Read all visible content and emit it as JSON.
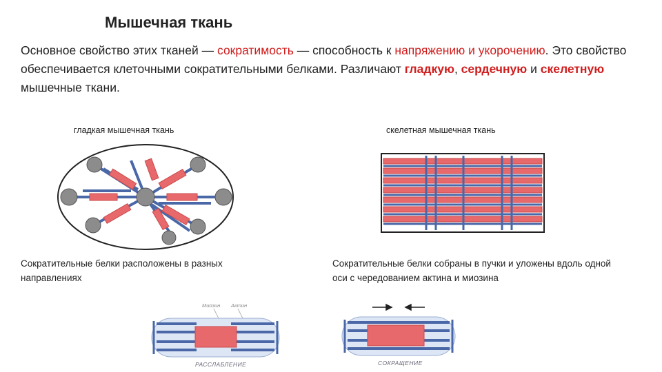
{
  "page": {
    "title": "Мышечная ткань",
    "intro": {
      "p1": "Основное свойство этих тканей — ",
      "contractility": "сократимость",
      "p2": " — способность к ",
      "tension": "напряжению и укорочению",
      "p3": ". Это свойство обеспечивается клеточными сократительными белками. Различают ",
      "smooth": "гладкую",
      "comma": ", ",
      "cardiac": "сердечную",
      "and": " и ",
      "skeletal": "скелетную",
      "p4": " мышечные ткани."
    },
    "smooth_caption": "гладкая мышечная ткань",
    "skeletal_caption": "скелетная мышечная ткань",
    "smooth_desc": "Сократительные белки расположены в разных направлениях",
    "skeletal_desc": "Сократительные белки собраны в пучки и уложены вдоль одной оси с чередованием актина и миозина",
    "relax_labels": {
      "myosin": "Миозин",
      "actin": "Актин",
      "state": "РАССЛАБЛЕНИЕ"
    },
    "contract_label": "СОКРАЩЕНИЕ"
  },
  "colors": {
    "accent_red": "#d01c1c",
    "myosin_red": "#e8696b",
    "actin_blue": "#4a68a8",
    "nucleus_gray": "#8c8c8c"
  }
}
